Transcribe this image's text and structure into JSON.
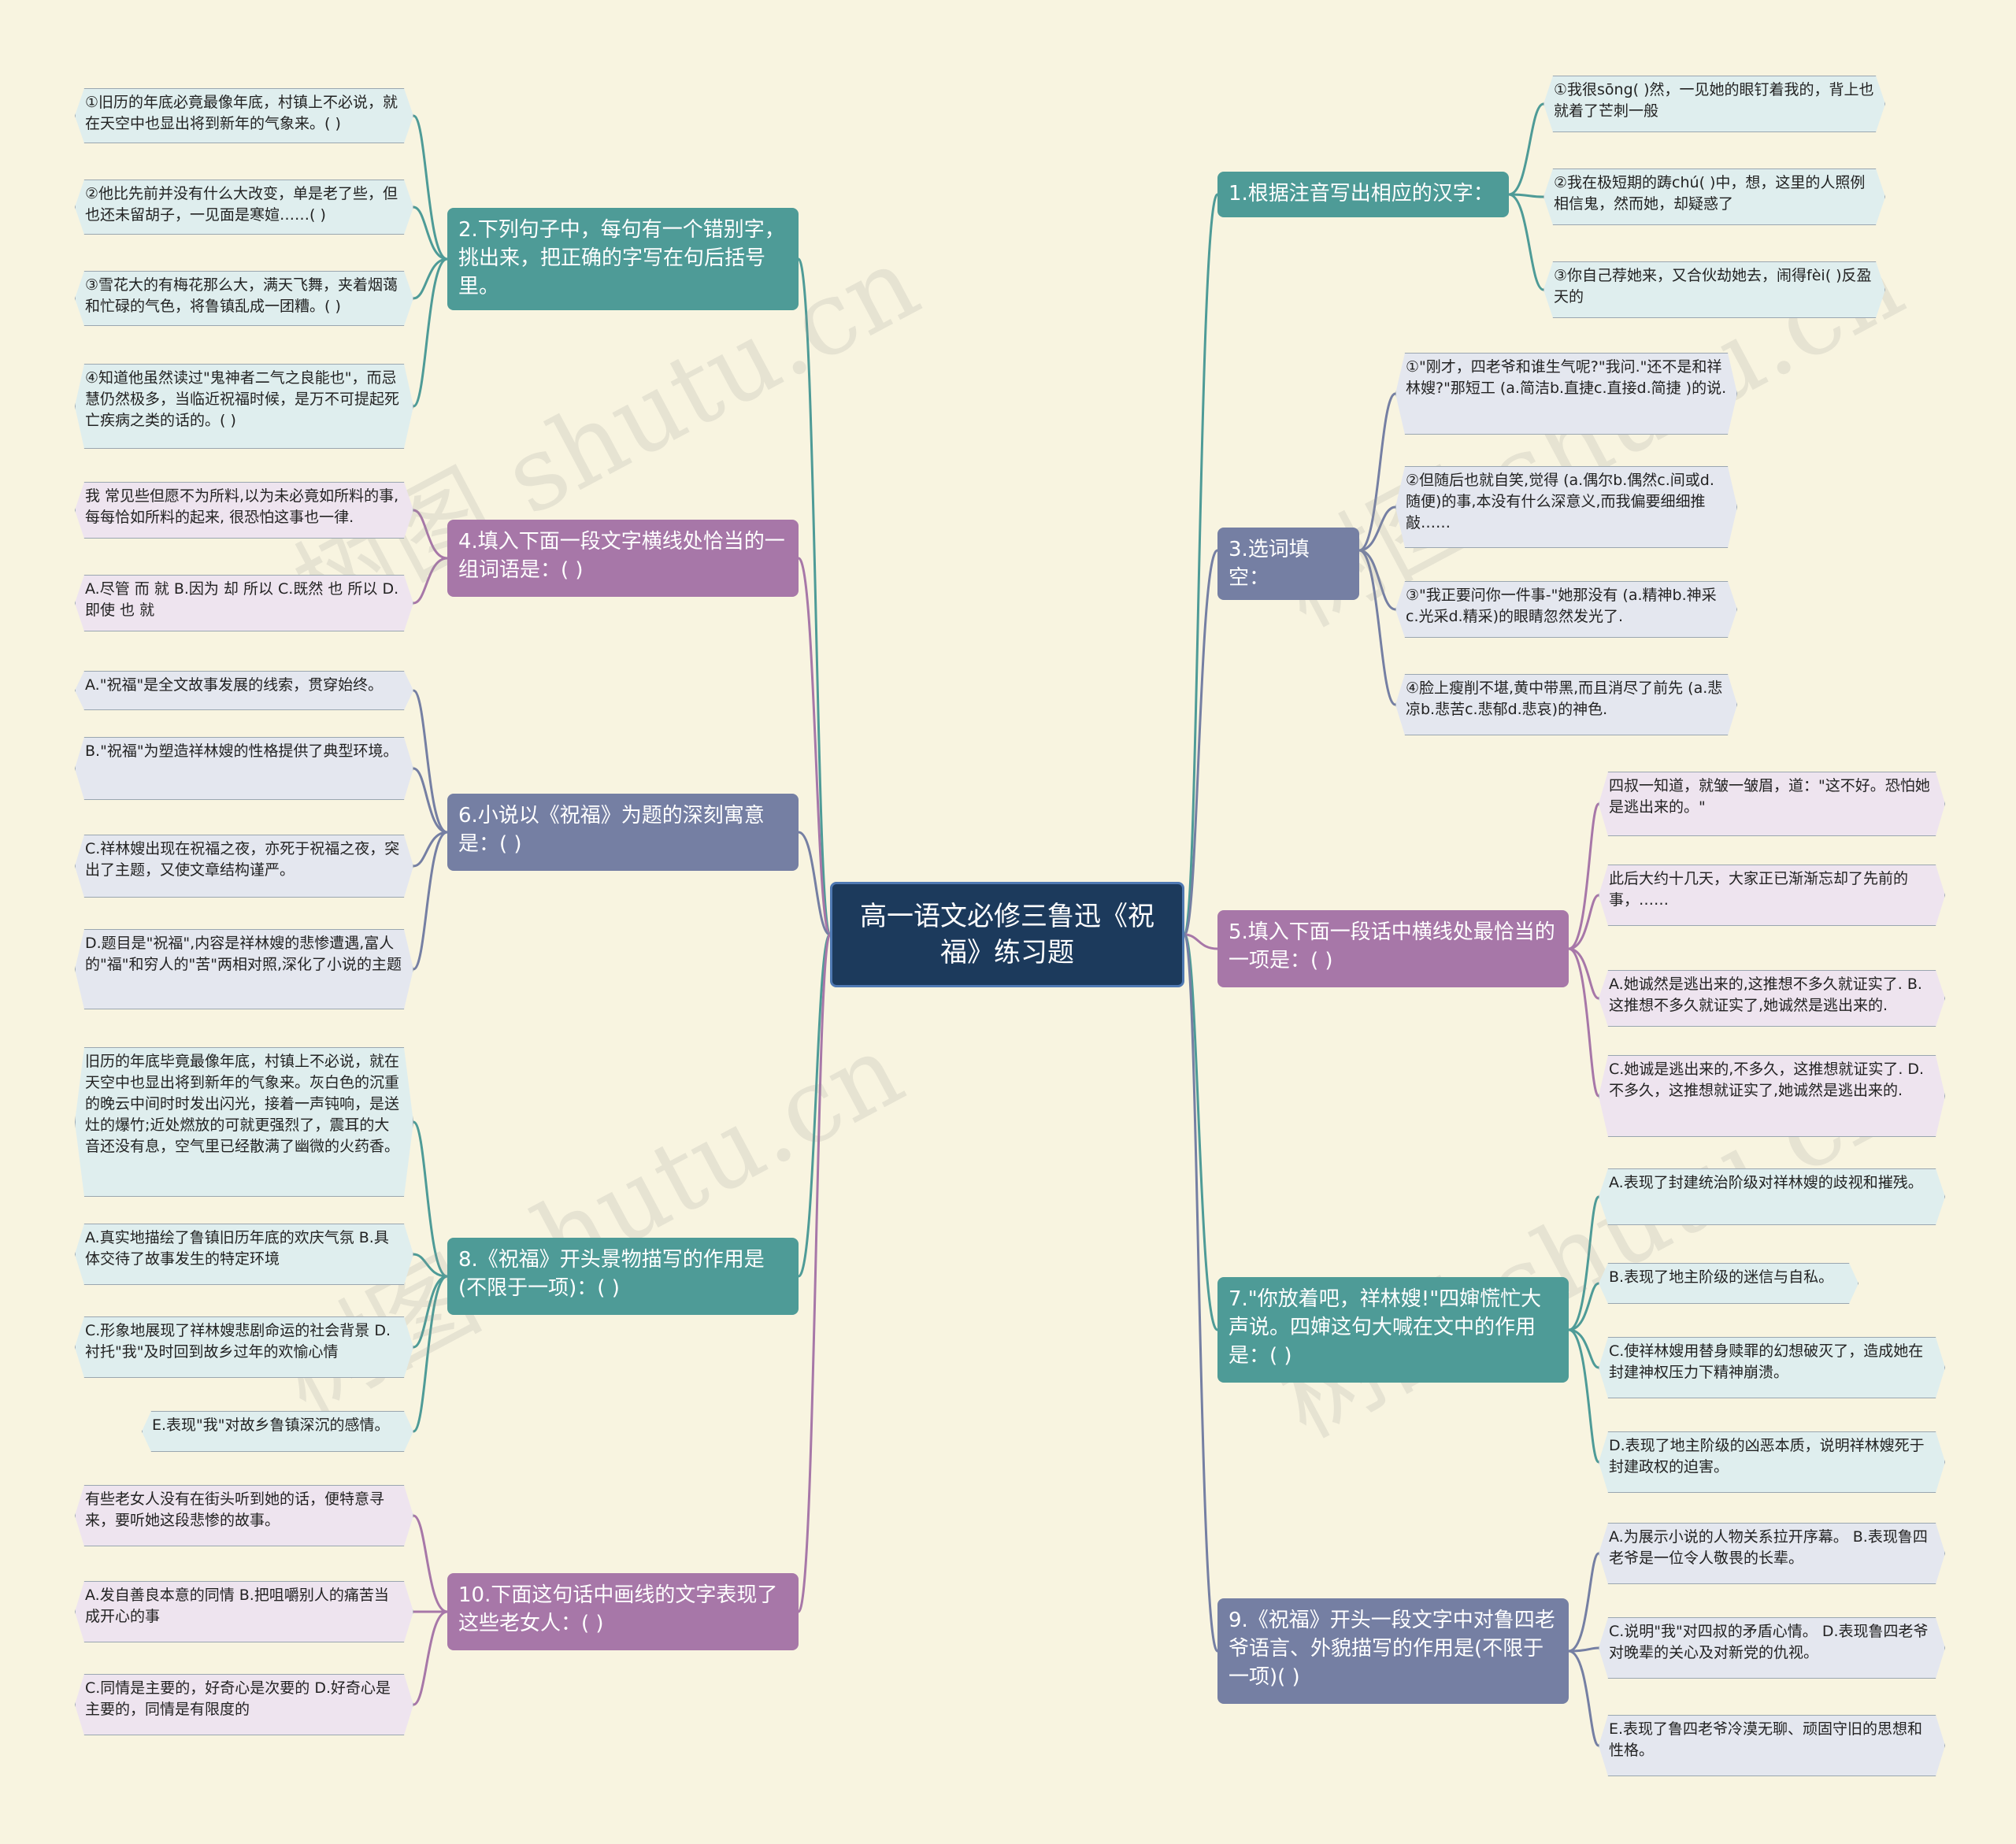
{
  "title": "高一语文必修三鲁迅《祝福》练习题",
  "watermark": "树图 shutu.cn",
  "colors": {
    "teal": "#4e9b97",
    "purple": "#a777a8",
    "slate": "#757fa3",
    "root": "#1c3a5c",
    "background": "#f8f4e0"
  },
  "left_branches": [
    {
      "id": "q2",
      "color": "teal",
      "label": "2.下列句子中，每句有一个错别字，挑出来，把正确的字写在句后括号里。",
      "leaves": [
        "①旧历的年底必竟最像年底，村镇上不必说，就在天空中也显出将到新年的气象来。( )",
        "②他比先前并没有什么大改变，单是老了些，但也还未留胡子，一见面是寒媗……( )",
        "③雪花大的有梅花那么大，满天飞舞，夹着烟蔼和忙碌的气色，将鲁镇乱成一团糟。( )",
        "④知道他虽然读过\"鬼神者二气之良能也\"，而忌慧仍然极多，当临近祝福时候，是万不可提起死亡疾病之类的话的。( )"
      ]
    },
    {
      "id": "q4",
      "color": "purple",
      "label": "4.填入下面一段文字横线处恰当的一组词语是：( )",
      "leaves": [
        "我 常见些但愿不为所料,以为未必竟如所料的事, 每每恰如所料的起来, 很恐怕这事也一律.",
        "A.尽管 而 就 B.因为 却 所以 C.既然 也 所以 D.即使 也 就"
      ]
    },
    {
      "id": "q6",
      "color": "slate",
      "label": "6.小说以《祝福》为题的深刻寓意是：( )",
      "leaves": [
        "A.\"祝福\"是全文故事发展的线索，贯穿始终。",
        "B.\"祝福\"为塑造祥林嫂的性格提供了典型环境。",
        "C.祥林嫂出现在祝福之夜，亦死于祝福之夜，突出了主题，又使文章结构谨严。",
        "D.题目是\"祝福\",内容是祥林嫂的悲惨遭遇,富人的\"福\"和穷人的\"苦\"两相对照,深化了小说的主题"
      ]
    },
    {
      "id": "q8",
      "color": "teal",
      "label": "8.《祝福》开头景物描写的作用是(不限于一项)：( )",
      "leaves": [
        "旧历的年底毕竟最像年底，村镇上不必说，就在天空中也显出将到新年的气象来。灰白色的沉重的晚云中间时时发出闪光，接着一声钝响，是送灶的爆竹;近处燃放的可就更强烈了，震耳的大音还没有息，空气里已经散满了幽微的火药香。",
        "A.真实地描绘了鲁镇旧历年底的欢庆气氛 B.具体交待了故事发生的特定环境",
        "C.形象地展现了祥林嫂悲剧命运的社会背景 D.衬托\"我\"及时回到故乡过年的欢愉心情",
        "E.表现\"我\"对故乡鲁镇深沉的感情。"
      ]
    },
    {
      "id": "q10",
      "color": "purple",
      "label": "10.下面这句话中画线的文字表现了这些老女人：( )",
      "leaves": [
        "有些老女人没有在街头听到她的话，便特意寻来，要听她这段悲惨的故事。",
        "A.发自善良本意的同情 B.把咀嚼别人的痛苦当成开心的事",
        "C.同情是主要的，好奇心是次要的 D.好奇心是主要的，同情是有限度的"
      ]
    }
  ],
  "right_branches": [
    {
      "id": "q1",
      "color": "teal",
      "label": "1.根据注音写出相应的汉字：",
      "leaves": [
        "①我很sōng( )然，一见她的眼钉着我的，背上也就着了芒刺一般",
        "②我在极短期的踌chú( )中，想，这里的人照例相信鬼，然而她，却疑惑了",
        "③你自己荐她来，又合伙劫她去，闹得fèi( )反盈天的"
      ]
    },
    {
      "id": "q3",
      "color": "slate",
      "label": "3.选词填空：",
      "leaves": [
        "①\"刚才，四老爷和谁生气呢?\"我问.\"还不是和祥林嫂?\"那短工 (a.简洁b.直捷c.直接d.简捷 )的说.",
        "②但随后也就自笑,觉得 (a.偶尔b.偶然c.间或d.随便)的事,本没有什么深意义,而我偏要细细推敲……",
        "③\"我正要问你一件事-\"她那没有 (a.精神b.神采c.光采d.精采)的眼睛忽然发光了.",
        "④脸上瘦削不堪,黄中带黑,而且消尽了前先 (a.悲凉b.悲苦c.悲郁d.悲哀)的神色."
      ]
    },
    {
      "id": "q5",
      "color": "purple",
      "label": "5.填入下面一段话中横线处最恰当的一项是：( )",
      "leaves": [
        "四叔一知道，就皱一皱眉，道：\"这不好。恐怕她是逃出来的。\"",
        "此后大约十几天，大家正已渐渐忘却了先前的事，……",
        "A.她诚然是逃出来的,这推想不多久就证实了. B.这推想不多久就证实了,她诚然是逃出来的.",
        "C.她诚是逃出来的,不多久，这推想就证实了. D.不多久，这推想就证实了,她诚然是逃出来的."
      ]
    },
    {
      "id": "q7",
      "color": "teal",
      "label": "7.\"你放着吧，祥林嫂!\"四婶慌忙大声说。四婶这句大喊在文中的作用是：( )",
      "leaves": [
        "A.表现了封建统治阶级对祥林嫂的歧视和摧残。",
        "B.表现了地主阶级的迷信与自私。",
        "C.使祥林嫂用替身赎罪的幻想破灭了，造成她在封建神权压力下精神崩溃。",
        "D.表现了地主阶级的凶恶本质，说明祥林嫂死于封建政权的迫害。"
      ]
    },
    {
      "id": "q9",
      "color": "slate",
      "label": "9.《祝福》开头一段文字中对鲁四老爷语言、外貌描写的作用是(不限于一项)( )",
      "leaves": [
        "A.为展示小说的人物关系拉开序幕。 B.表现鲁四老爷是一位令人敬畏的长辈。",
        "C.说明\"我\"对四叔的矛盾心情。 D.表现鲁四老爷对晚辈的关心及对新党的仇视。",
        "E.表现了鲁四老爷冷漠无聊、顽固守旧的思想和性格。"
      ]
    }
  ]
}
